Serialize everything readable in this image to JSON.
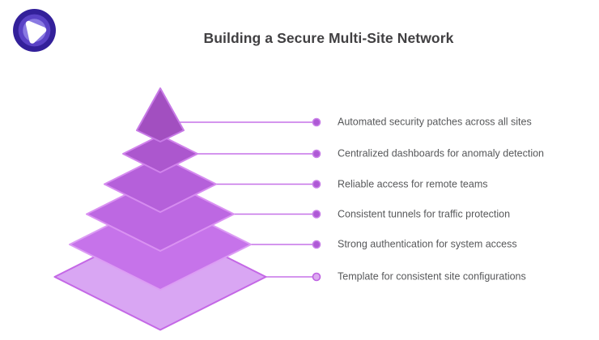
{
  "brand": {
    "logo_outer_color": "#33209a",
    "logo_mid_color": "#5a42c6",
    "logo_inner_color": "#8a7ae2",
    "logo_mark_color": "#ffffff"
  },
  "header": {
    "title": "Building a Secure Multi-Site Network",
    "title_color": "#414042"
  },
  "diagram": {
    "type": "layered-pyramid",
    "label_color": "#57585a",
    "connector": {
      "line_color": "#c672e8",
      "dot_fill": "#ae59d5",
      "dot_stroke": "#c87fe8",
      "last_dot_fill": "#dcabf0",
      "last_dot_stroke": "#bf63e2"
    },
    "layers": [
      {
        "label": "Automated security patches across all sites",
        "fill": "#a24fc0",
        "stroke": "#c77ae6"
      },
      {
        "label": "Centralized dashboards for anomaly detection",
        "fill": "#ac57ce",
        "stroke": "#d183ec"
      },
      {
        "label": "Reliable access for remote teams",
        "fill": "#b560da",
        "stroke": "#d68cf0"
      },
      {
        "label": "Consistent tunnels for traffic protection",
        "fill": "#bd68e2",
        "stroke": "#da92f2"
      },
      {
        "label": "Strong authentication for system access",
        "fill": "#c673ea",
        "stroke": "#dc9cf4"
      },
      {
        "label": "Template for consistent site configurations",
        "fill": "#d9a6f3",
        "stroke": "#c468e6"
      }
    ]
  }
}
